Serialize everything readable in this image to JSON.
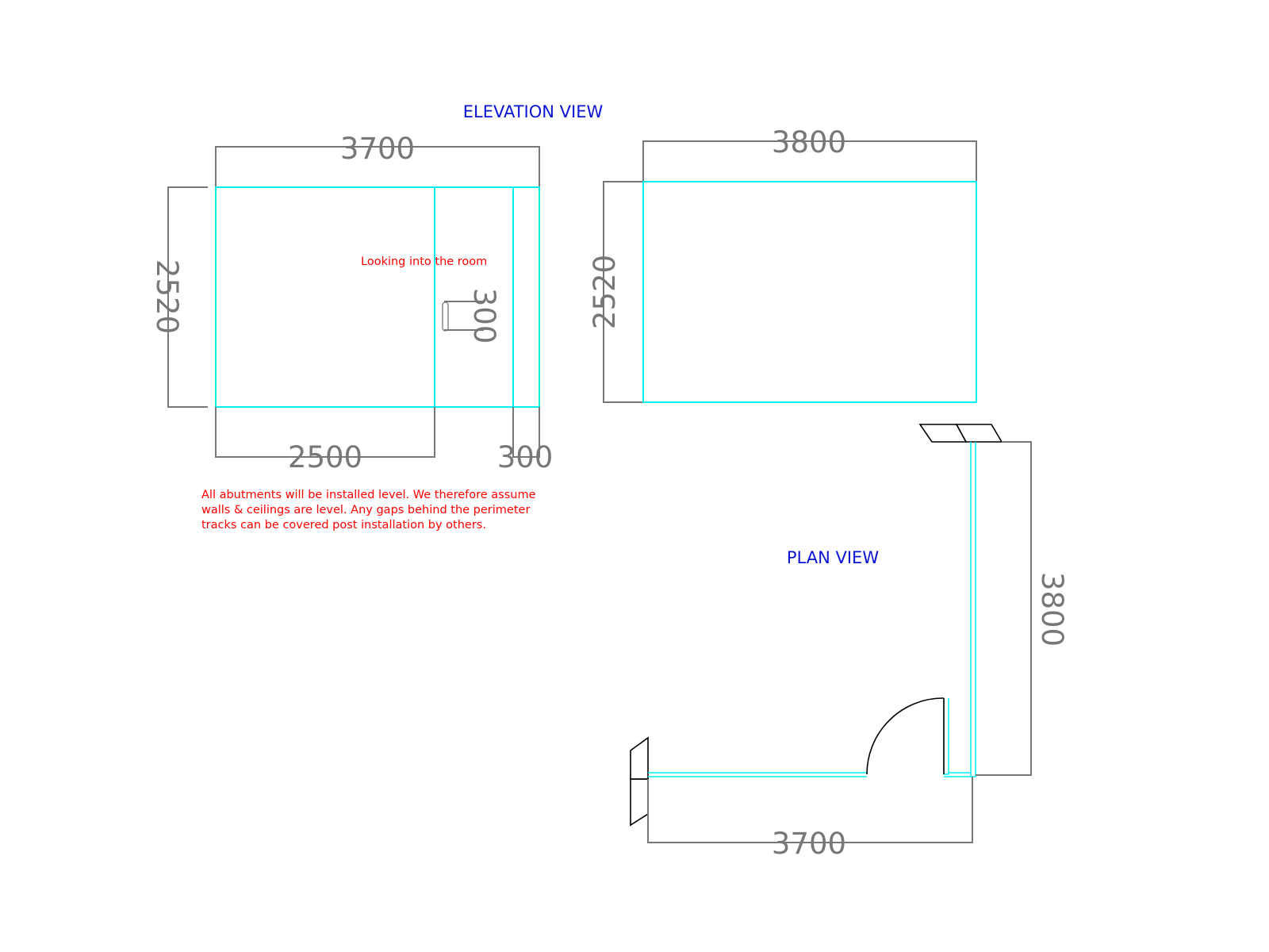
{
  "colors": {
    "title": "#0a14d2",
    "note": "#ff0000",
    "dimension": "#777777",
    "panel_line": "#00f0f0",
    "outline": "#000000"
  },
  "elevation": {
    "title": "ELEVATION VIEW",
    "left": {
      "width_label": "3700",
      "height_label": "2520",
      "door_width_label": "2500",
      "side_panel_label": "300",
      "handle_label": "300",
      "caption": "Looking into the room"
    },
    "right": {
      "width_label": "3800",
      "height_label": "2520"
    }
  },
  "plan": {
    "title": "PLAN VIEW",
    "width_label": "3700",
    "depth_label": "3800"
  },
  "note": {
    "lines": [
      "All abutments will be installed level. We therefore assume",
      "walls & ceilings are level. Any gaps behind the perimeter",
      "tracks can be covered post installation by others."
    ]
  }
}
